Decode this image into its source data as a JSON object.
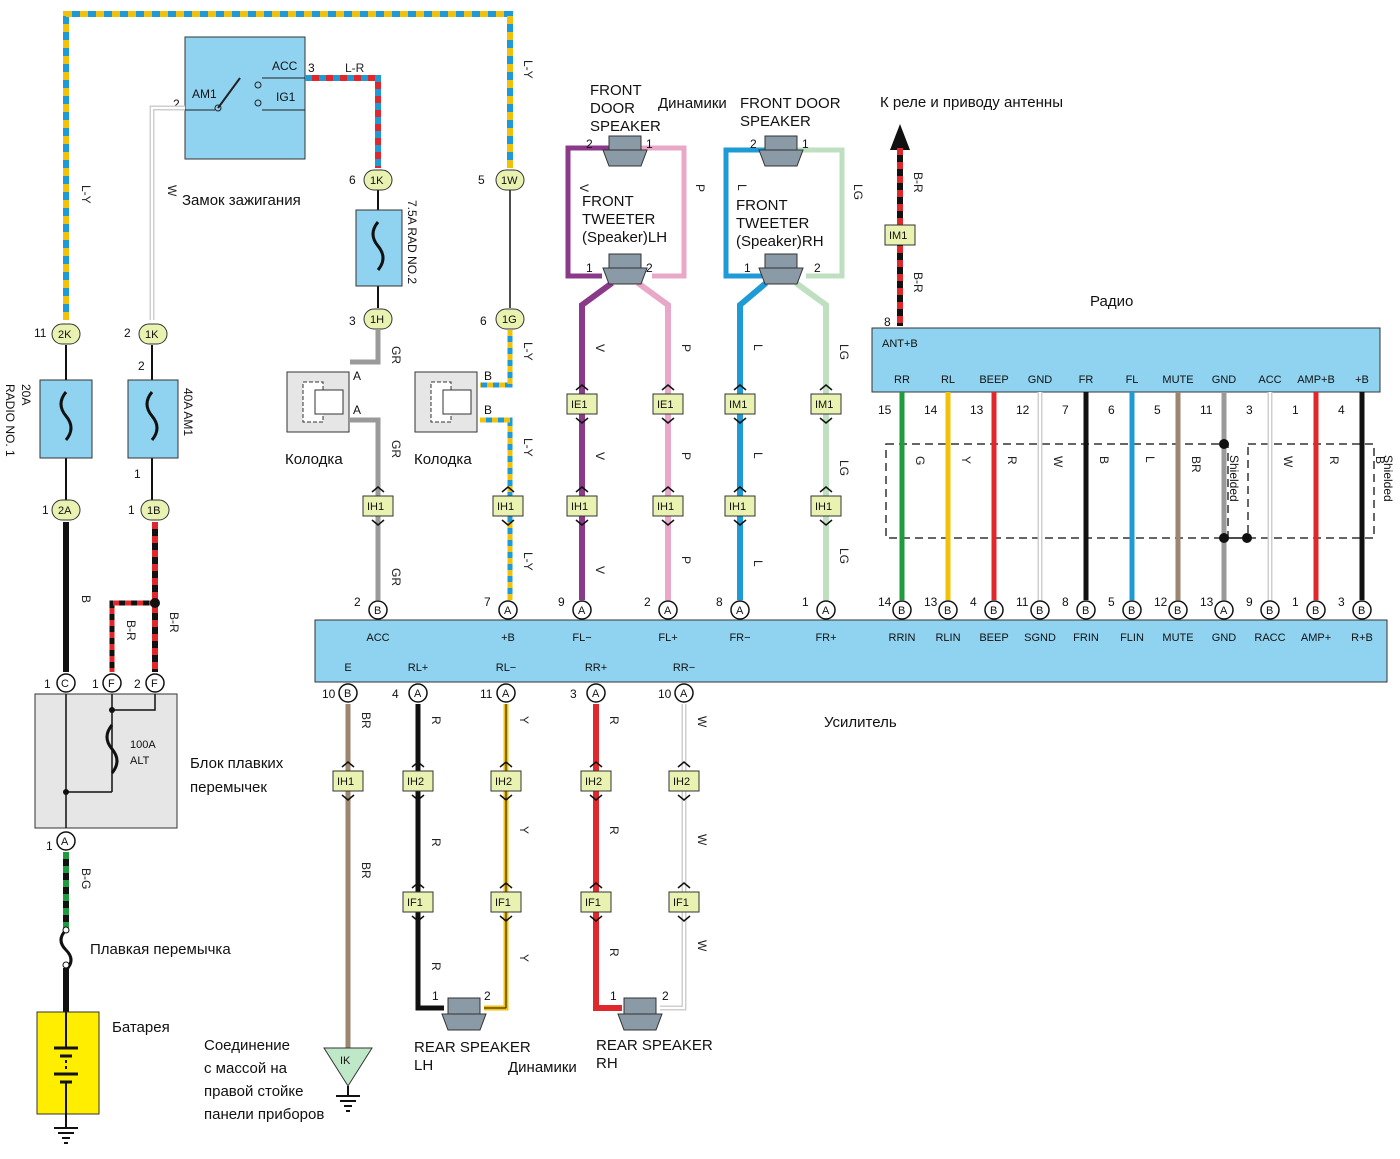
{
  "colors": {
    "box_blue": "#8fd3f0",
    "connector_yellow_green": "#e9f2b0",
    "battery_yellow": "#ffee00",
    "fusible_block_grey": "#e6e6e6",
    "wire_blue": "#1e9ad6",
    "wire_yellow": "#f2c20a",
    "wire_red": "#e0282c",
    "wire_black": "#111111",
    "wire_green": "#1f9a3c",
    "wire_grey": "#9a9a9a",
    "wire_violet": "#8a3a88",
    "wire_pink": "#e9a8c8",
    "wire_lightgreen": "#bfe0c0",
    "wire_brown": "#9c8670",
    "wire_white": "#cfcfcf"
  },
  "labels": {
    "ignition_switch": "Замок зажигания",
    "connector_a": "Колодка",
    "connector_b": "Колодка",
    "speakers_top": "Динамики",
    "speakers_bottom": "Динамики",
    "relay_antenna": "К реле и приводу антенны",
    "radio": "Радио",
    "amplifier": "Усилитель",
    "fusible_block_line1": "Блок плавких",
    "fusible_block_line2": "перемычек",
    "fusible_link": "Плавкая перемычка",
    "battery": "Батарея",
    "ground_line1": "Соединение",
    "ground_line2": "с массой на",
    "ground_line3": "правой стойке",
    "ground_line4": "панели приборов",
    "front_door_speaker_lh_1": "FRONT",
    "front_door_speaker_lh_2": "DOOR",
    "front_door_speaker_lh_3": "SPEAKER",
    "front_door_speaker_rh_1": "FRONT DOOR",
    "front_door_speaker_rh_2": "SPEAKER",
    "tweeter_lh_1": "FRONT",
    "tweeter_lh_2": "TWEETER",
    "tweeter_lh_3": "(Speaker)LH",
    "tweeter_rh_1": "FRONT",
    "tweeter_rh_2": "TWEETER",
    "tweeter_rh_3": "(Speaker)RH",
    "rear_speaker_lh_1": "REAR SPEAKER",
    "rear_speaker_lh_2": "LH",
    "rear_speaker_rh_1": "REAR SPEAKER",
    "rear_speaker_rh_2": "RH",
    "shielded_1": "Shielded",
    "shielded_2": "Shielded"
  },
  "ignition": {
    "am1": "AM1",
    "acc": "ACC",
    "ig1": "IG1",
    "pin2": "2",
    "pin3": "3",
    "wire_acc": "L-R",
    "wire_am1": "W"
  },
  "fuses": {
    "radio1_line1": "20A",
    "radio1_line2": "RADIO NO. 1",
    "am1": "40A AM1",
    "rad2": "7.5A RAD NO.2",
    "alt_line1": "100A",
    "alt_line2": "ALT"
  },
  "junctions": {
    "2K": "2K",
    "1K": "1K",
    "1W": "1W",
    "1H": "1H",
    "1G": "1G",
    "2A": "2A",
    "1B": "1B",
    "IE1": "IE1",
    "IM1": "IM1",
    "IH1": "IH1",
    "IH2": "IH2",
    "IF1": "IF1",
    "IK": "IK"
  },
  "pins": {
    "p11": "11",
    "p2": "2",
    "p1": "1",
    "p6": "6",
    "p5": "5",
    "p3": "3",
    "p4": "4",
    "p7": "7",
    "p8": "8",
    "p9": "9",
    "p10": "10",
    "p12": "12",
    "p13": "13",
    "p14": "14",
    "p15": "15"
  },
  "fusible_block": {
    "c": "C",
    "f1": "F",
    "f2": "F",
    "a": "A"
  },
  "wires": {
    "LY": "L-Y",
    "W": "W",
    "LR": "L-R",
    "B": "B",
    "BR_red": "B-R",
    "BG": "B-G",
    "GR": "GR",
    "V": "V",
    "P": "P",
    "L": "L",
    "LG": "LG",
    "BRn": "BR",
    "R": "R",
    "Y": "Y",
    "G": "G"
  },
  "connector_pins": {
    "A": "A",
    "B": "B"
  },
  "radio": {
    "top_label": "ANT+B",
    "terminals": [
      "RR",
      "RL",
      "BEEP",
      "GND",
      "FR",
      "FL",
      "MUTE",
      "GND",
      "ACC",
      "AMP+B",
      "+B"
    ],
    "pins": [
      "15",
      "14",
      "13",
      "12",
      "7",
      "6",
      "5",
      "11",
      "3",
      "1",
      "4"
    ],
    "wire_codes": [
      "G",
      "Y",
      "R",
      "W",
      "B",
      "L",
      "BR",
      "Shielded",
      "W",
      "R",
      "B"
    ],
    "ant_pin": "8",
    "ant_wire": "B-R"
  },
  "amplifier": {
    "top_terminals": [
      "ACC",
      "+B",
      "FL−",
      "FL+",
      "FR−",
      "FR+",
      "RRIN",
      "RLIN",
      "BEEP",
      "SGND",
      "FRIN",
      "FLIN",
      "MUTE",
      "GND",
      "RACC",
      "AMP+",
      "R+B"
    ],
    "top_pins": [
      "2",
      "7",
      "9",
      "2",
      "8",
      "1",
      "14",
      "13",
      "4",
      "11",
      "8",
      "5",
      "12",
      "13",
      "9",
      "1",
      "3"
    ],
    "top_conn": [
      "B",
      "A",
      "A",
      "A",
      "A",
      "A",
      "B",
      "B",
      "B",
      "B",
      "B",
      "B",
      "B",
      "A",
      "B",
      "B",
      "B"
    ],
    "bottom_terminals": [
      "E",
      "RL+",
      "RL−",
      "RR+",
      "RR−"
    ],
    "bottom_pins": [
      "10",
      "4",
      "11",
      "3",
      "10"
    ],
    "bottom_conn": [
      "B",
      "A",
      "A",
      "A",
      "A"
    ]
  }
}
